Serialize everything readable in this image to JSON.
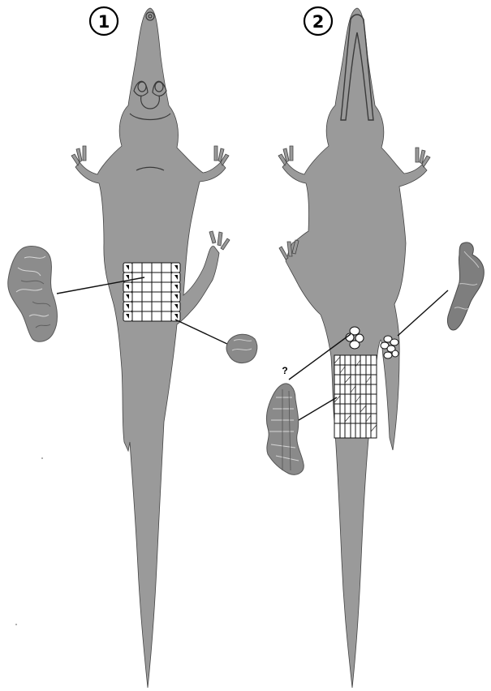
{
  "figure": {
    "panels": [
      {
        "label": "1",
        "view": "dorsal"
      },
      {
        "label": "2",
        "view": "ventral"
      }
    ],
    "uncertain_mark": "?",
    "colors": {
      "silhouette": "#9a9a9a",
      "outline": "#3a3a3a",
      "osteoderm_fill": "#ffffff",
      "fossil_fragment": "#8f8f8f"
    }
  }
}
